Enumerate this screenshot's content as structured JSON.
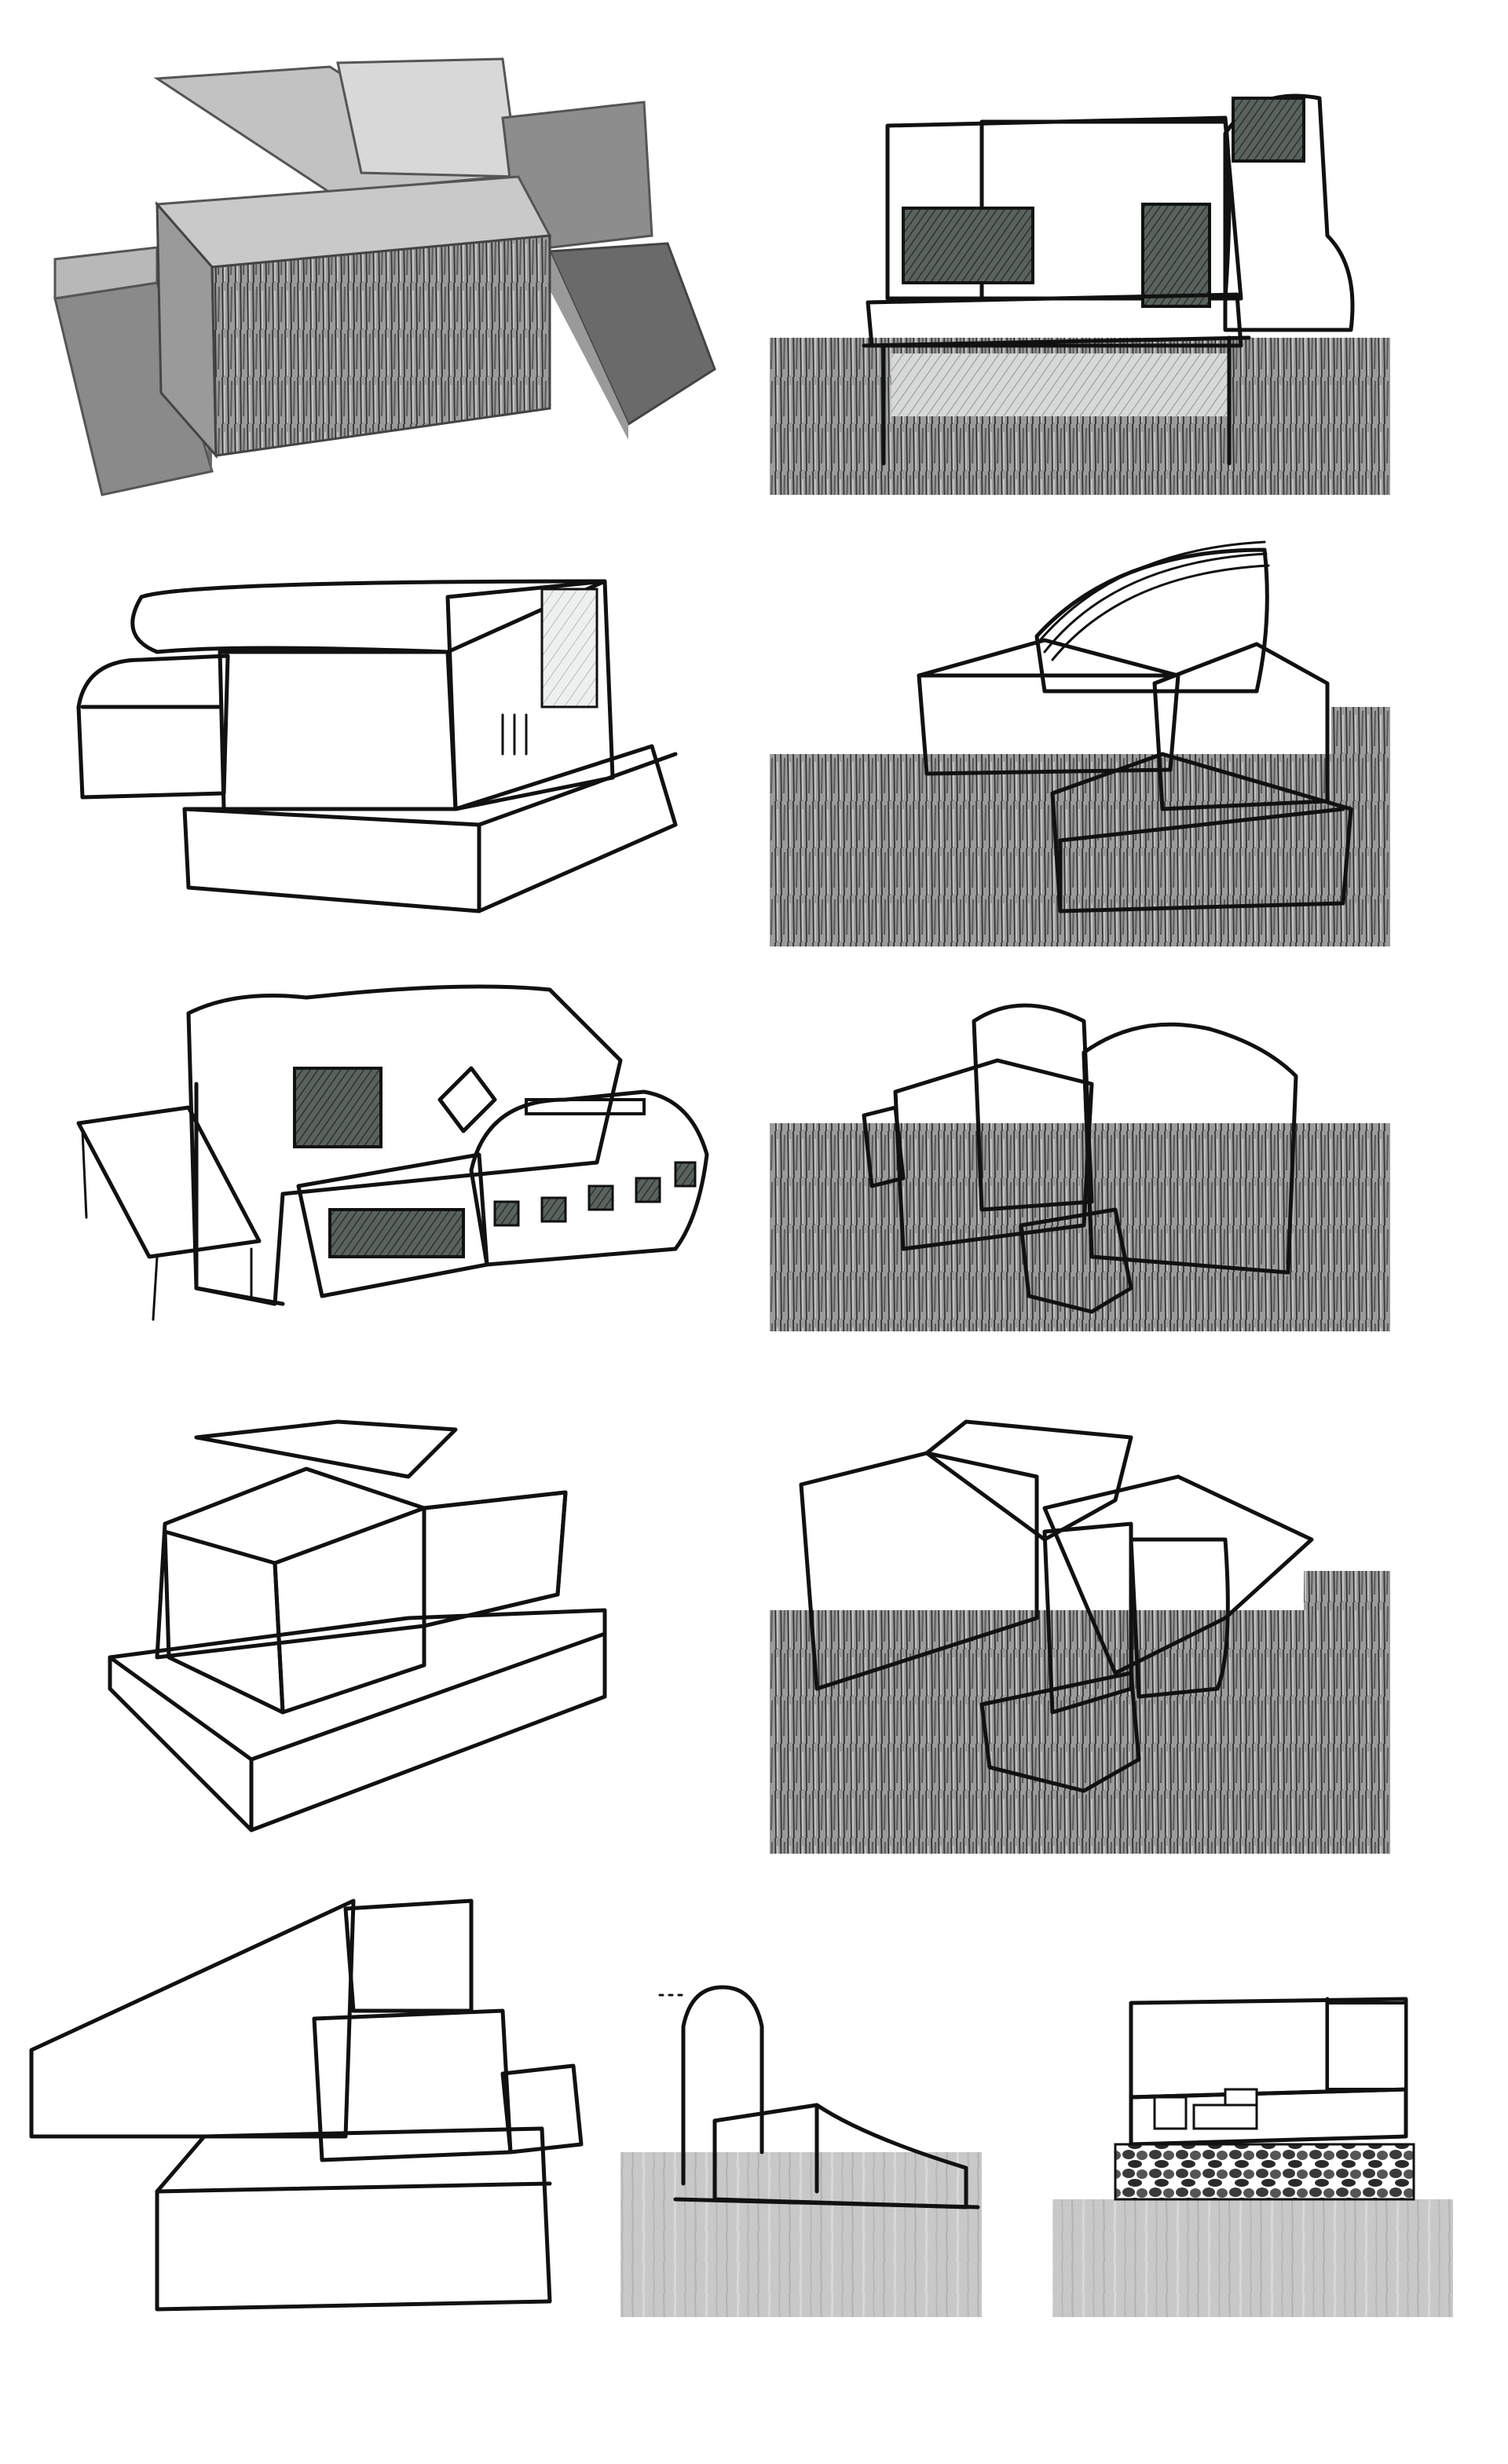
{
  "sheet": {
    "colors": {
      "background": "#ffffff",
      "ink": "#111111",
      "ground_grass": "#8c8c8c",
      "light_fill": "#eceeed",
      "mid_fill": "#c9cdcb",
      "dark_fill": "#4f5752",
      "model_grey": "#9a9a9a"
    },
    "panels": [
      {
        "name": "cardboard-model-photo"
      },
      {
        "name": "elevation-sketch-flat-roof"
      },
      {
        "name": "perspective-sketch-barrel-roof"
      },
      {
        "name": "perspective-sketch-curved-roof-on-grass"
      },
      {
        "name": "perspective-sketch-rounded-house-with-deck"
      },
      {
        "name": "perspective-sketch-stacked-blocks-on-grass"
      },
      {
        "name": "perspective-sketch-pitched-roof-blocks"
      },
      {
        "name": "perspective-sketch-angled-roof-blocks-on-grass"
      },
      {
        "name": "perspective-sketch-sloped-roof-stack"
      },
      {
        "name": "section-sketch-arched-wall"
      },
      {
        "name": "section-sketch-stone-base"
      }
    ],
    "caption_text": ""
  }
}
